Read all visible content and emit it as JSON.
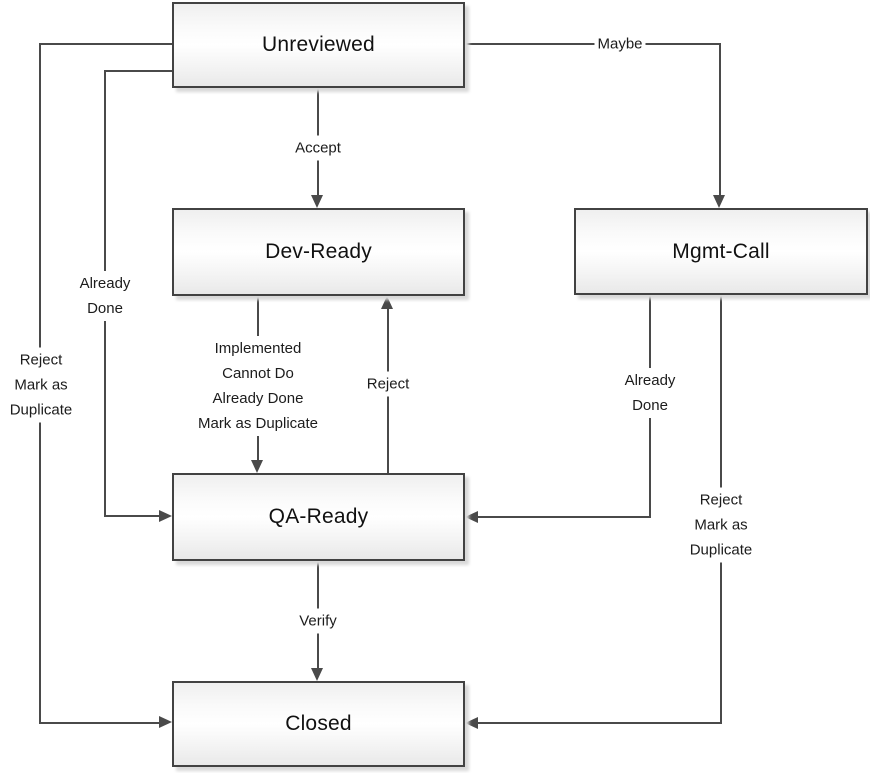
{
  "diagram": {
    "type": "flowchart",
    "colors": {
      "line": "#4a4a4a",
      "node_border": "#424242",
      "node_fill_top": "#efefef",
      "node_fill_mid": "#ffffff",
      "node_fill_bottom": "#e9e9e9",
      "background": "#ffffff",
      "text": "#1c1c1c"
    },
    "nodes": {
      "unreviewed": {
        "label": "Unreviewed"
      },
      "dev_ready": {
        "label": "Dev-Ready"
      },
      "mgmt_call": {
        "label": "Mgmt-Call"
      },
      "qa_ready": {
        "label": "QA-Ready"
      },
      "closed": {
        "label": "Closed"
      }
    },
    "edges": {
      "accept": {
        "from": "Unreviewed",
        "to": "Dev-Ready",
        "label": "Accept"
      },
      "maybe": {
        "from": "Unreviewed",
        "to": "Mgmt-Call",
        "label": "Maybe"
      },
      "already_done_left": {
        "from": "Unreviewed",
        "to": "QA-Ready",
        "lines": [
          "Already",
          "Done"
        ]
      },
      "reject_duplicate_left": {
        "from": "Unreviewed",
        "to": "Closed",
        "lines": [
          "Reject",
          "Mark as",
          "Duplicate"
        ]
      },
      "dev_to_qa": {
        "from": "Dev-Ready",
        "to": "QA-Ready",
        "lines": [
          "Implemented",
          "Cannot Do",
          "Already Done",
          "Mark as Duplicate"
        ]
      },
      "reject_up": {
        "from": "QA-Ready",
        "to": "Dev-Ready",
        "label": "Reject"
      },
      "verify": {
        "from": "QA-Ready",
        "to": "Closed",
        "label": "Verify"
      },
      "already_done_right": {
        "from": "Mgmt-Call",
        "to": "QA-Ready",
        "lines": [
          "Already",
          "Done"
        ]
      },
      "reject_duplicate_right": {
        "from": "Mgmt-Call",
        "to": "Closed",
        "lines": [
          "Reject",
          "Mark as",
          "Duplicate"
        ]
      }
    }
  }
}
